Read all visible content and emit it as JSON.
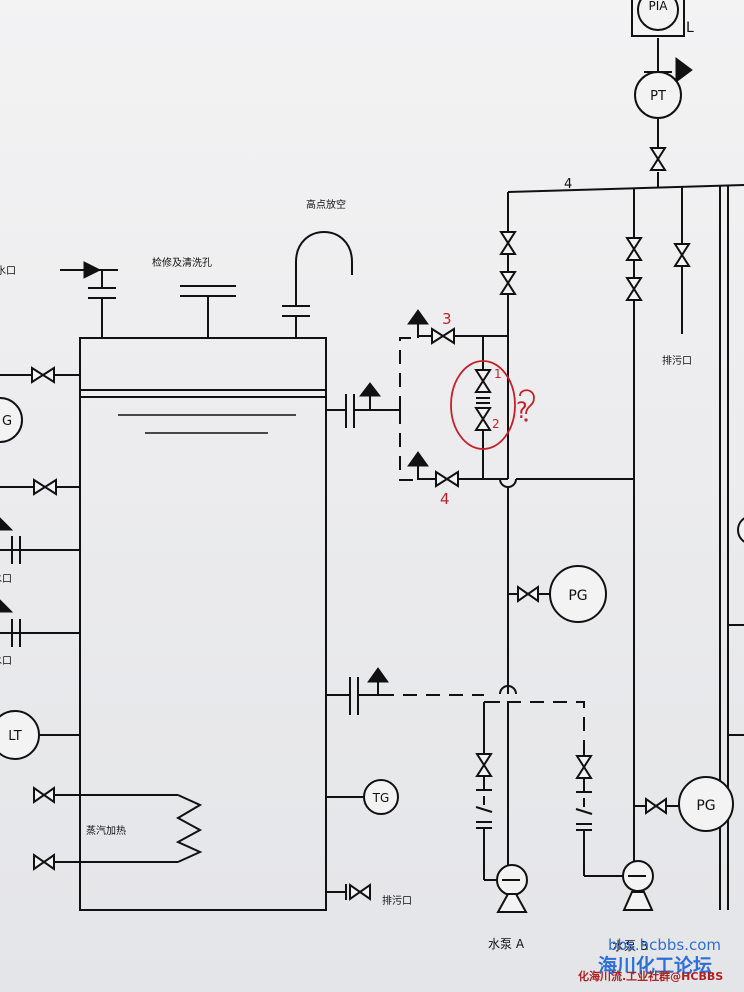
{
  "instruments": {
    "pia": "PIA",
    "pia_side": "L",
    "pt": "PT",
    "g_left": "G",
    "lt": "LT",
    "tg": "TG",
    "pg_mid": "PG",
    "pg_right": "PG"
  },
  "labels": {
    "vent": "高点放空",
    "manhole": "检修及清洗孔",
    "inlet_left": "补水口",
    "water1": "水口",
    "water2": "水口",
    "steam_heat": "蒸汽加热",
    "drain_tank": "排污口",
    "drain_right": "排污口",
    "pump_a": "水泵 A",
    "pump_b": "水泵 B",
    "header_num": "4"
  },
  "annotations": {
    "n3": "3",
    "n4": "4",
    "n1": "1",
    "n2": "2",
    "question": "?"
  },
  "watermark": {
    "site": "bbs.hcbbs.com",
    "forum": "海川化工论坛",
    "group": "化海川流.工业社群@HCBBS"
  }
}
